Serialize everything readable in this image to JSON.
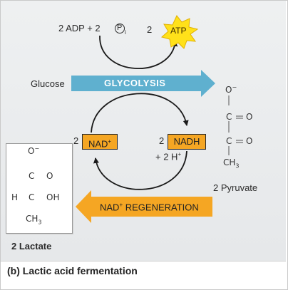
{
  "top": {
    "adp_text": "2 ADP + 2",
    "pi_symbol": "P",
    "pi_subscript": "i",
    "atp_count": "2",
    "atp_label": "ATP"
  },
  "glycolysis": {
    "input_label": "Glucose",
    "arrow_label": "GLYCOLYSIS"
  },
  "nad_cycle": {
    "nad_count": "2",
    "nad_label": "NAD",
    "nad_charge": "+",
    "nadh_count": "2",
    "nadh_label": "NADH",
    "h_text": "+ 2 H",
    "h_charge": "+"
  },
  "regeneration": {
    "arrow_label_main": "NAD",
    "arrow_label_charge": "+",
    "arrow_label_rest": " REGENERATION"
  },
  "pyruvate": {
    "o_minus": "O",
    "o_minus_charge": "−",
    "carbon1": "C",
    "eq_o1": "O",
    "carbon2": "C",
    "eq_o2": "O",
    "ch3": "CH",
    "ch3_sub": "3",
    "name": "2 Pyruvate"
  },
  "lactate": {
    "o_minus": "O",
    "o_minus_charge": "−",
    "carbon1": "C",
    "eq_o": "O",
    "h_left": "H",
    "carbon2": "C",
    "oh": "OH",
    "ch3": "CH",
    "ch3_sub": "3",
    "name": "2 Lactate"
  },
  "caption": "(b) Lactic acid fermentation",
  "colors": {
    "glycolysis_arrow": "#5fb0cf",
    "regeneration_arrow": "#f5a623",
    "atp_burst": "#ffe11a",
    "nad_box": "#f5a623"
  }
}
